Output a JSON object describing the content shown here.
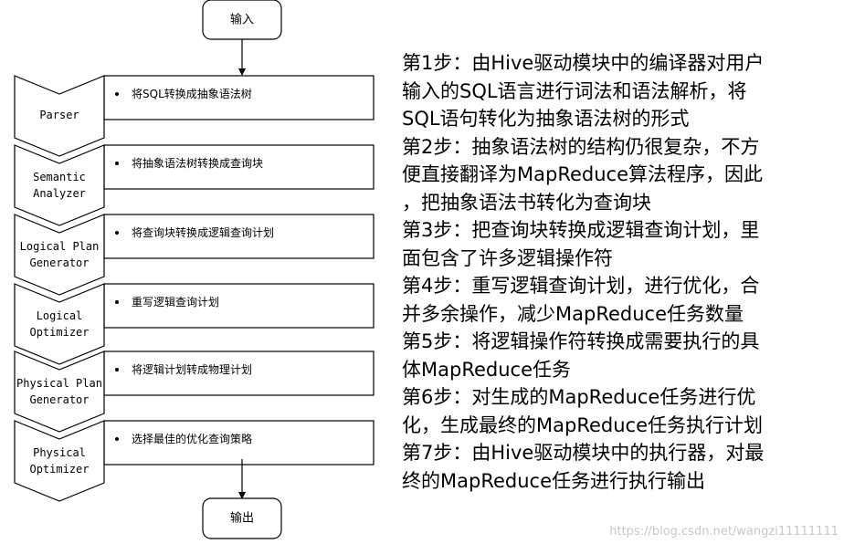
{
  "start_label": "输入",
  "end_label": "输出",
  "stages": [
    {
      "name": "stage-parser",
      "lines": [
        "Parser"
      ],
      "desc": "将SQL转换成抽象语法树"
    },
    {
      "name": "stage-semantic-analyzer",
      "lines": [
        "Semantic",
        "Analyzer"
      ],
      "desc": "将抽象语法树转换成查询块"
    },
    {
      "name": "stage-logical-plan-generator",
      "lines": [
        "Logical Plan",
        "Generator"
      ],
      "desc": "将查询块转换成逻辑查询计划"
    },
    {
      "name": "stage-logical-optimizer",
      "lines": [
        "Logical",
        "Optimizer"
      ],
      "desc": "重写逻辑查询计划"
    },
    {
      "name": "stage-physical-plan-generator",
      "lines": [
        "Physical Plan",
        "Generator"
      ],
      "desc": "将逻辑计划转成物理计划"
    },
    {
      "name": "stage-physical-optimizer",
      "lines": [
        "Physical",
        "Optimizer"
      ],
      "desc": "选择最佳的优化查询策略"
    }
  ],
  "steps_text": [
    "第1步：由Hive驱动模块中的编译器对用户",
    "输入的SQL语言进行词法和语法解析，将",
    "SQL语句转化为抽象语法树的形式",
    "第2步：抽象语法树的结构仍很复杂，不方",
    "便直接翻译为MapReduce算法程序，因此",
    "，把抽象语法书转化为查询块",
    "第3步：把查询块转换成逻辑查询计划，里",
    "面包含了许多逻辑操作符",
    "第4步：重写逻辑查询计划，进行优化，合",
    "并多余操作，减少MapReduce任务数量",
    "第5步：将逻辑操作符转换成需要执行的具",
    "体MapReduce任务",
    "第6步：对生成的MapReduce任务进行优",
    "化，生成最终的MapReduce任务执行计划",
    "第7步：由Hive驱动模块中的执行器，对最",
    "终的MapReduce任务进行执行输出"
  ],
  "watermark": "https://blog.csdn.net/wangzi11111111"
}
